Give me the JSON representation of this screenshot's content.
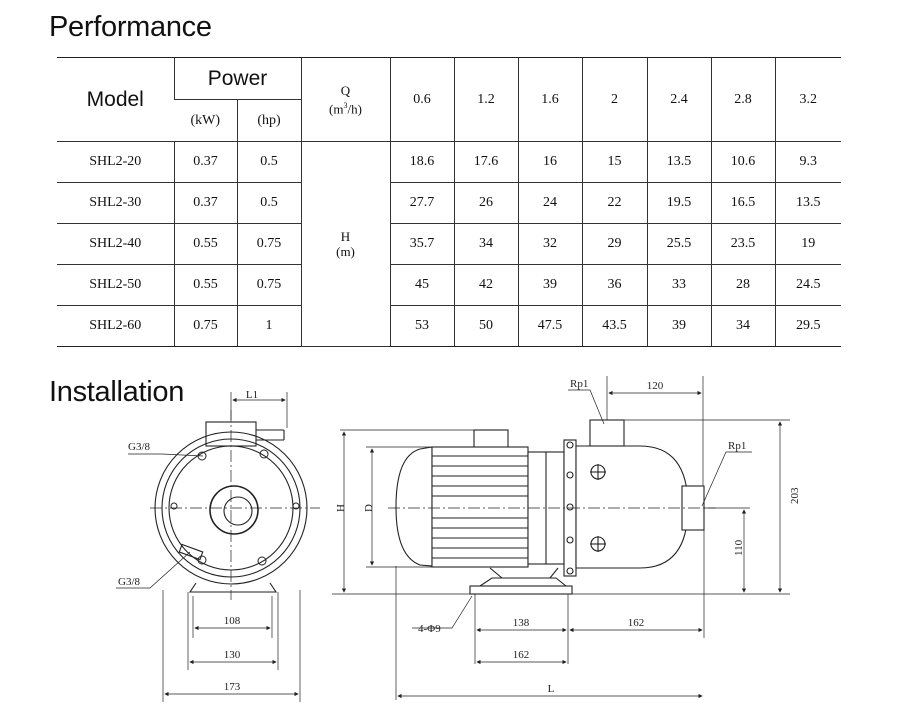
{
  "titles": {
    "performance": "Performance",
    "installation": "Installation"
  },
  "table": {
    "model_header": "Model",
    "power_header": "Power",
    "kw_header": "(kW)",
    "hp_header": "(hp)",
    "q_label": "Q",
    "q_unit": "(m",
    "q_unit_sup": "3",
    "q_unit_tail": "/h)",
    "h_label": "H",
    "h_unit": "(m)",
    "flows": [
      "0.6",
      "1.2",
      "1.6",
      "2",
      "2.4",
      "2.8",
      "3.2"
    ],
    "rows": [
      {
        "model": "SHL2-20",
        "kw": "0.37",
        "hp": "0.5",
        "heads": [
          "18.6",
          "17.6",
          "16",
          "15",
          "13.5",
          "10.6",
          "9.3"
        ]
      },
      {
        "model": "SHL2-30",
        "kw": "0.37",
        "hp": "0.5",
        "heads": [
          "27.7",
          "26",
          "24",
          "22",
          "19.5",
          "16.5",
          "13.5"
        ]
      },
      {
        "model": "SHL2-40",
        "kw": "0.55",
        "hp": "0.75",
        "heads": [
          "35.7",
          "34",
          "32",
          "29",
          "25.5",
          "23.5",
          "19"
        ]
      },
      {
        "model": "SHL2-50",
        "kw": "0.55",
        "hp": "0.75",
        "heads": [
          "45",
          "42",
          "39",
          "36",
          "33",
          "28",
          "24.5"
        ]
      },
      {
        "model": "SHL2-60",
        "kw": "0.75",
        "hp": "1",
        "heads": [
          "53",
          "50",
          "47.5",
          "43.5",
          "39",
          "34",
          "29.5"
        ]
      }
    ]
  },
  "drawing": {
    "front": {
      "l1": "L1",
      "g_top": "G3/8",
      "g_bottom": "G3/8",
      "w108": "108",
      "w130": "130",
      "w173": "173"
    },
    "side": {
      "rp1_top": "Rp1",
      "rp1_side": "Rp1",
      "d120": "120",
      "d203": "203",
      "d110": "110",
      "h": "H",
      "d": "D",
      "holes": "4-Φ9",
      "d138": "138",
      "d162a": "162",
      "d162b": "162",
      "l": "L"
    }
  }
}
